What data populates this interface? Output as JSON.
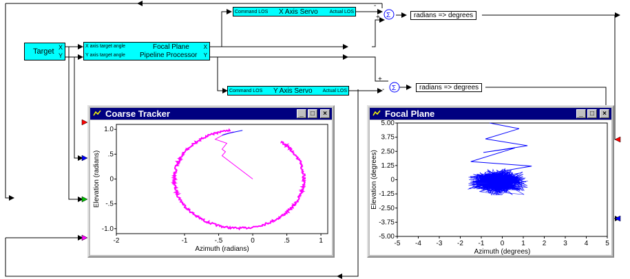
{
  "blocks": {
    "target": {
      "label": "Target",
      "port_x": "X",
      "port_y": "Y"
    },
    "focal_plane": {
      "title_line1": "Focal Plane",
      "title_line2": "Pipeline Processor",
      "in_x": "X axis target angle",
      "in_y": "Y axis target angle",
      "out_x": "X",
      "out_y": "Y"
    },
    "x_servo": {
      "in": "Command LOS",
      "title": "X Axis Servo",
      "out": "Actual LOS"
    },
    "y_servo": {
      "in": "Command LOS",
      "title": "Y Axis Servo",
      "out": "Actual LOS"
    },
    "sum_x": {
      "symbol": "Σ",
      "minus": "-",
      "plus": "+"
    },
    "sum_y": {
      "symbol": "Σ",
      "minus": "-",
      "plus": "+"
    },
    "gain_x": {
      "label": "radians => degrees"
    },
    "gain_y": {
      "label": "radians => degrees"
    }
  },
  "windows": {
    "coarse_tracker": {
      "title": "Coarse Tracker",
      "buttons": [
        "_",
        "□",
        "×"
      ]
    },
    "focal_plane": {
      "title": "Focal Plane",
      "buttons": [
        "_",
        "□",
        "×"
      ]
    }
  },
  "colors": {
    "cyan_block": "#00ffff",
    "title_bar": "#000080",
    "magenta": "#ff00ff",
    "blue": "#0000ff"
  },
  "chart_data": [
    {
      "type": "scatter",
      "title": "Coarse Tracker",
      "xlabel": "Azimuth (radians)",
      "ylabel": "Elevation (radians)",
      "xlim": [
        -2,
        1.1
      ],
      "ylim": [
        -1.1,
        1.1
      ],
      "xticks": [
        -2,
        -1,
        -0.5,
        0,
        0.5,
        1
      ],
      "xtick_labels": [
        "-2",
        "-1",
        "-.5",
        "0",
        ".5",
        "1"
      ],
      "yticks": [
        1.0,
        0.5,
        0,
        -0.5,
        -1.0
      ],
      "ytick_labels": [
        "1.0",
        ".5",
        "0",
        "-.5",
        "-1.0"
      ],
      "series": [
        {
          "color": "#ff00ff",
          "ellipse": {
            "center": [
              -0.2,
              0
            ],
            "rx": 0.95,
            "ry": 0.99,
            "from_angle_deg": 98,
            "to_angle_deg": 410
          },
          "trace": [
            [
              0,
              0
            ],
            [
              -0.45,
              0.47
            ],
            [
              -0.4,
              0.55
            ],
            [
              -0.45,
              0.6
            ],
            [
              -0.38,
              0.72
            ],
            [
              -0.55,
              0.8
            ],
            [
              -0.42,
              0.9
            ],
            [
              -0.28,
              0.95
            ]
          ]
        },
        {
          "color": "#0000ff",
          "trace": [
            [
              -0.45,
              0.88
            ],
            [
              -0.35,
              0.92
            ],
            [
              -0.25,
              0.95
            ],
            [
              -0.15,
              0.98
            ]
          ]
        }
      ]
    },
    {
      "type": "scatter",
      "title": "Focal Plane",
      "xlabel": "Azimuth (degrees)",
      "ylabel": "Elevation (degrees)",
      "xlim": [
        -5,
        5
      ],
      "ylim": [
        -5,
        5
      ],
      "xticks": [
        -5,
        -4,
        -3,
        -2,
        -1,
        0,
        1,
        2,
        3,
        4,
        5
      ],
      "xtick_labels": [
        "-5",
        "-4",
        "-3",
        "-2",
        "-1",
        "0",
        "1",
        "2",
        "3",
        "4",
        "5"
      ],
      "yticks": [
        5,
        3.75,
        2.5,
        1.25,
        0,
        -1.25,
        -2.5,
        -3.75,
        -5
      ],
      "ytick_labels": [
        "5.00",
        "3.75",
        "2.50",
        "1.25",
        "0",
        "-1.25",
        "-2.50",
        "-3.75",
        "-5.00"
      ],
      "series": [
        {
          "color": "#0000ff",
          "cluster": {
            "center": [
              -0.2,
              -0.2
            ],
            "spread": [
              1.2,
              0.95
            ]
          },
          "trace": [
            [
              -0.6,
              5
            ],
            [
              0.8,
              4.5
            ],
            [
              -0.8,
              3.6
            ],
            [
              1.2,
              3.0
            ],
            [
              -0.9,
              2.4
            ],
            [
              0.6,
              2.8
            ],
            [
              -1.5,
              1.6
            ],
            [
              1.4,
              1.2
            ],
            [
              -0.5,
              0.6
            ]
          ]
        }
      ]
    }
  ]
}
